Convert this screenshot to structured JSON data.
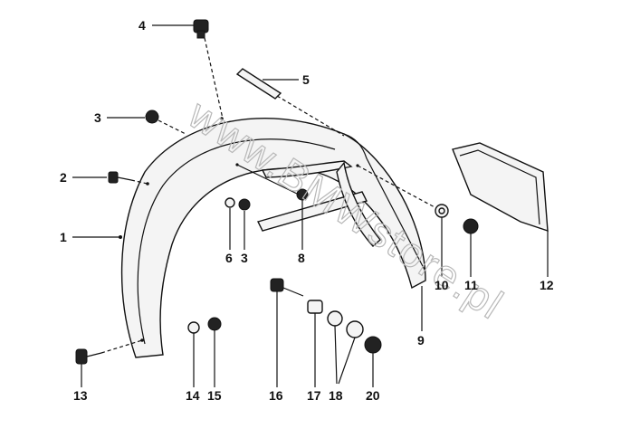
{
  "watermark": "www.BMWstore.pl",
  "labels": {
    "n1": "1",
    "n2": "2",
    "n3a": "3",
    "n3b": "3",
    "n4": "4",
    "n5": "5",
    "n6": "6",
    "n8": "8",
    "n9": "9",
    "n10": "10",
    "n11": "11",
    "n12": "12",
    "n13": "13",
    "n14": "14",
    "n15": "15",
    "n16": "16",
    "n17": "17",
    "n18": "18",
    "n20": "20"
  }
}
